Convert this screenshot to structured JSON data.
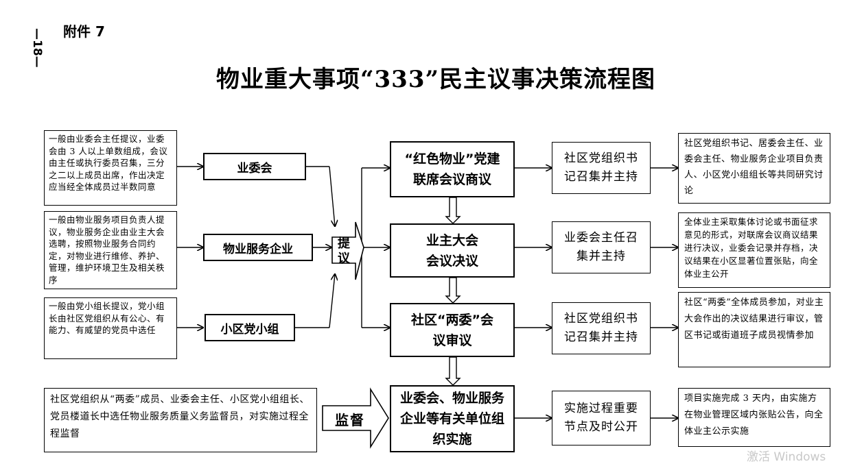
{
  "header": {
    "page_number": "—18—",
    "attachment": "附件 7",
    "title": "物业重大事项“333”民主议事决策流程图"
  },
  "proposers": [
    {
      "description": "一般由业委会主任提议，业委会由 3 人以上单数组成，会议由主任或执行委员召集，三分之二以上成员出席，作出决定应当经全体成员过半数同意",
      "name": "业委会"
    },
    {
      "description": "一般由物业服务项目负责人提议，物业服务企业由业主大会选聘，按照物业服务合同约定，对物业进行维修、养护、管理，维护环境卫生及相关秩序",
      "name": "物业服务企业"
    },
    {
      "description": "一般由党小组长提议，党小组长由社区党组织从有公心、有能力、有威望的党员中选任",
      "name": "小区党小组"
    }
  ],
  "propose_label": "提议",
  "steps": [
    {
      "name": "“红色物业”党建联席会议商议",
      "host": "社区党组织书记召集并主持",
      "detail": "社区党组织书记、居委会主任、业委会主任、物业服务企业项目负责人、小区党小组组长等共同研究讨论"
    },
    {
      "name": "业主大会会议决议",
      "host": "业委会主任召集并主持",
      "detail": "全体业主采取集体讨论或书面征求意见的形式，对联席会议商议结果进行决议，业委会记录并存档，决议结果在小区显著位置张贴，向全体业主公开"
    },
    {
      "name": "社区“两委”会议审议",
      "host": "社区党组织书记召集并主持",
      "detail": "社区“两委”全体成员参加，对业主大会作出的决议结果进行审议，管区书记或街道班子成员视情参加"
    },
    {
      "name": "业委会、物业服务企业等有关单位组织实施",
      "host": "实施过程重要节点及时公开",
      "detail": "项目实施完成 3 天内，由实施方在物业管理区域内张贴公告，向全体业主公示实施"
    }
  ],
  "supervision": {
    "description": "社区党组织从“两委”成员、业委会主任、小区党小组组长、党员楼道长中选任物业服务质量义务监督员，对实施过程全程监督",
    "label": "监督"
  },
  "watermark": "激活 Windows"
}
